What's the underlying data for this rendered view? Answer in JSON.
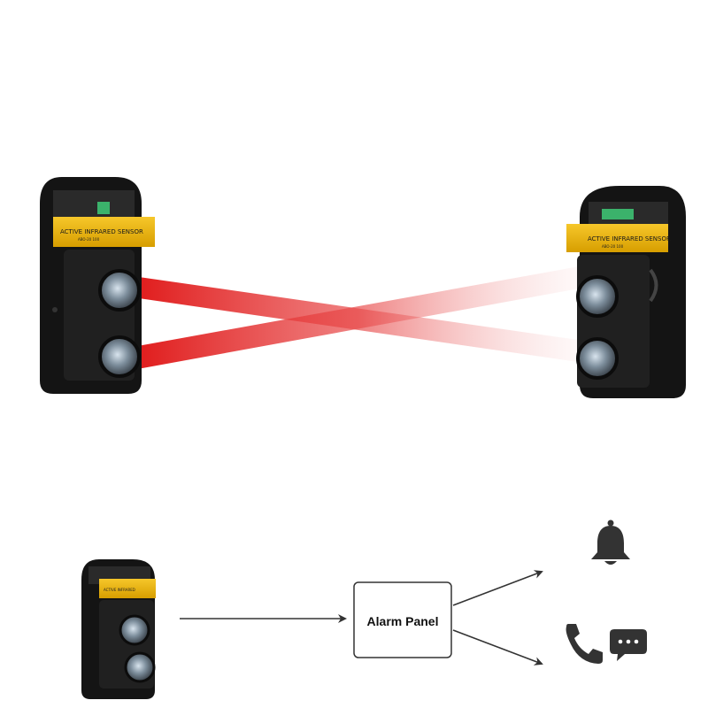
{
  "diagram": {
    "alarm_panel_label": "Alarm Panel",
    "sensor_label": "ACTIVE INFRARED SENSOR",
    "sensor_label_small": "ACTIVE INFRARED",
    "sensor_model_text": "ABO-20 100",
    "outputs": [
      {
        "icon": "bell-icon"
      },
      {
        "icon": "phone-icon"
      },
      {
        "icon": "message-icon"
      }
    ]
  },
  "colors": {
    "beam": "#e01a1a",
    "sensor_body": "#1a1a1a",
    "sensor_label_band": "#f2b705",
    "arrow": "#333333",
    "panel_border": "#333333",
    "icon": "#333333"
  }
}
